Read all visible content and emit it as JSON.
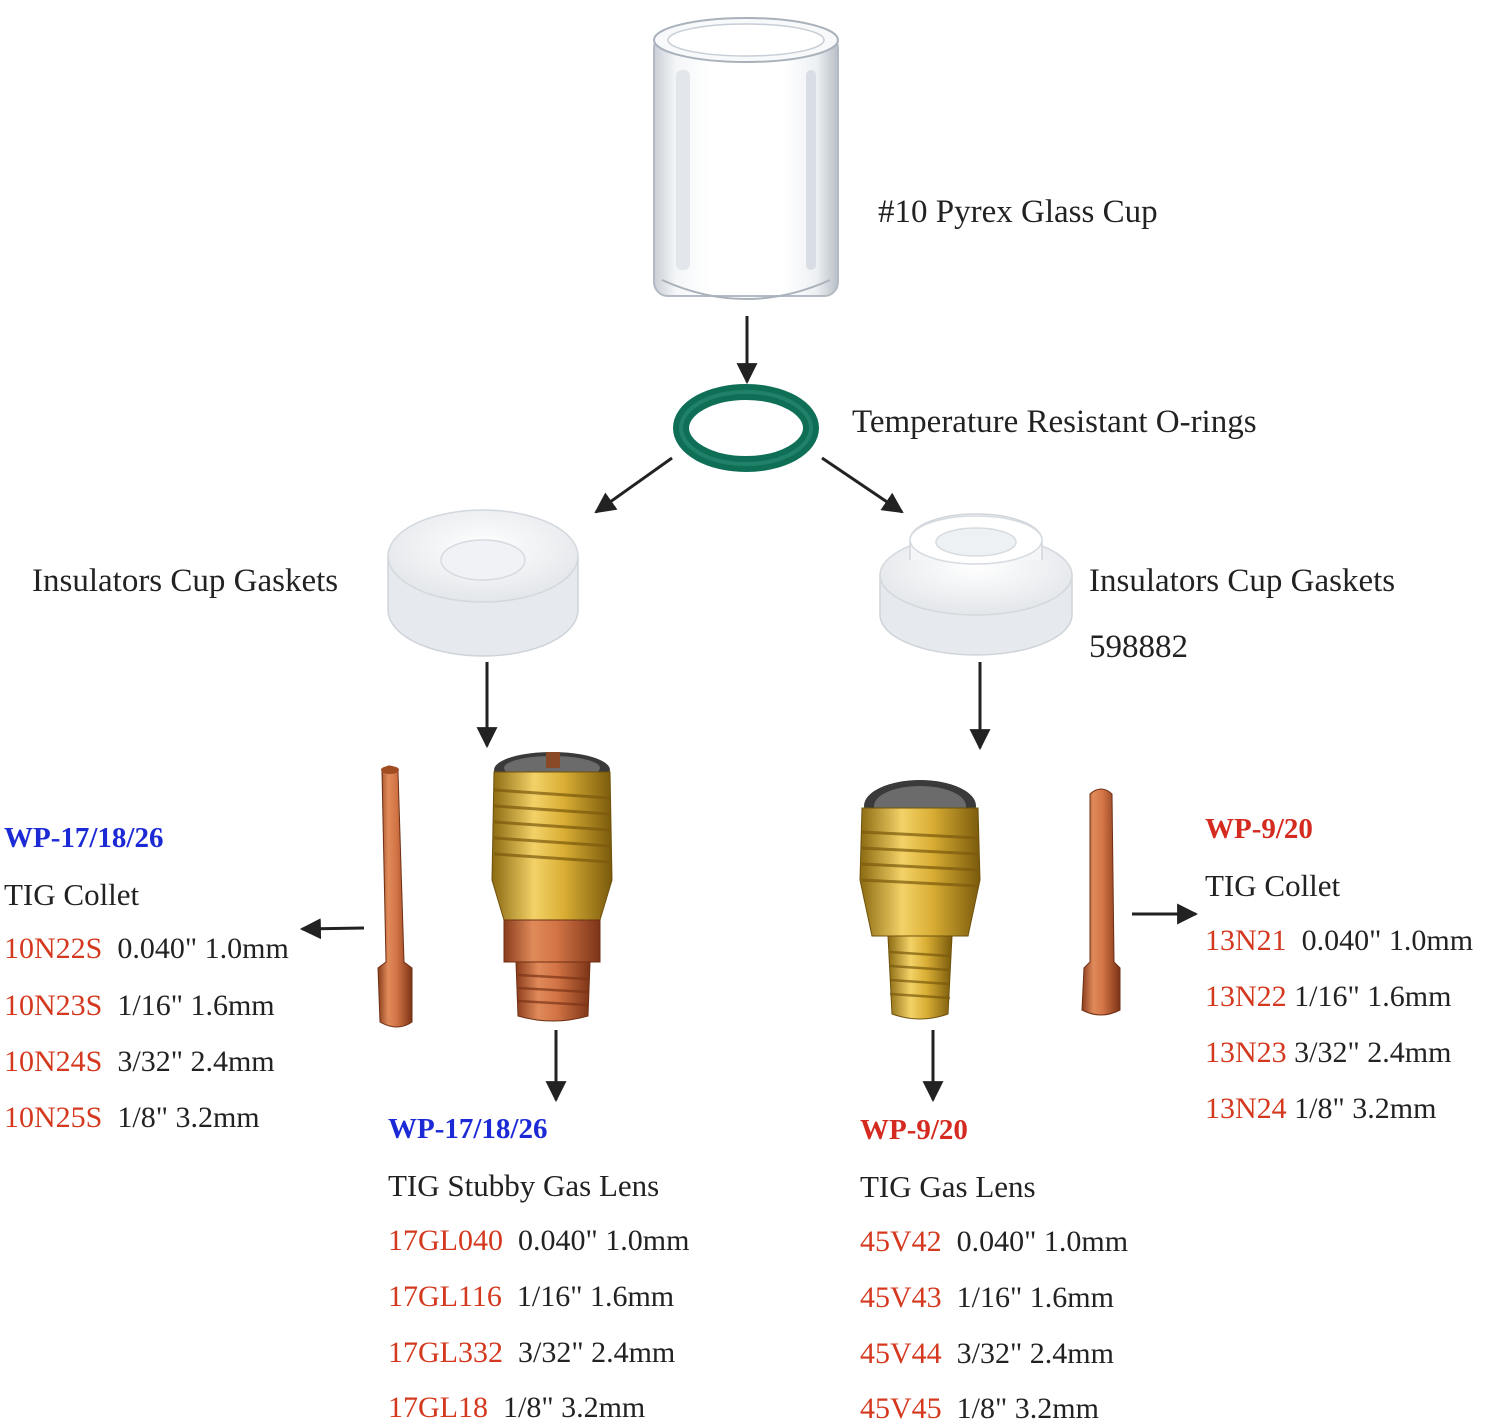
{
  "colors": {
    "blue_header": "#1c2ad6",
    "red_header": "#d42a1f",
    "part_code": "#d4391f",
    "text": "#222222",
    "oring": "#0f6f56",
    "copper": "#c46a3c",
    "brass": "#c9a332"
  },
  "glass_cup": {
    "label": "#10 Pyrex Glass Cup"
  },
  "orings": {
    "label": "Temperature Resistant O-rings"
  },
  "gasket_left": {
    "label": "Insulators Cup Gaskets"
  },
  "gasket_right": {
    "label": "Insulators Cup Gaskets",
    "part_number": "598882"
  },
  "collet_left": {
    "header": "WP-17/18/26",
    "title": "TIG Collet",
    "rows": [
      {
        "code": "10N22S",
        "spec": "0.040\"  1.0mm"
      },
      {
        "code": "10N23S",
        "spec": "1/16\"  1.6mm"
      },
      {
        "code": "10N24S",
        "spec": "3/32\"  2.4mm"
      },
      {
        "code": "10N25S",
        "spec": "1/8\"  3.2mm"
      }
    ]
  },
  "gas_lens_left": {
    "header": "WP-17/18/26",
    "title": "TIG Stubby Gas Lens",
    "rows": [
      {
        "code": "17GL040",
        "spec": "0.040\" 1.0mm"
      },
      {
        "code": "17GL116",
        "spec": "1/16\" 1.6mm"
      },
      {
        "code": "17GL332",
        "spec": "3/32\"  2.4mm"
      },
      {
        "code": "17GL18",
        "spec": "1/8\"  3.2mm"
      }
    ]
  },
  "gas_lens_right": {
    "header": "WP-9/20",
    "title": "TIG  Gas Lens",
    "rows": [
      {
        "code": "45V42",
        "spec": "0.040\" 1.0mm"
      },
      {
        "code": "45V43",
        "spec": "1/16\" 1.6mm"
      },
      {
        "code": "45V44",
        "spec": "3/32\"  2.4mm"
      },
      {
        "code": "45V45",
        "spec": "1/8\"  3.2mm"
      }
    ]
  },
  "collet_right": {
    "header": "WP-9/20",
    "title": "TIG Collet",
    "rows": [
      {
        "code": "13N21",
        "spec": "0.040\"  1.0mm"
      },
      {
        "code": "13N22",
        "spec": "1/16\"  1.6mm"
      },
      {
        "code": "13N23",
        "spec": "3/32\"  2.4mm"
      },
      {
        "code": "13N24",
        "spec": "1/8\"  3.2mm"
      }
    ]
  }
}
